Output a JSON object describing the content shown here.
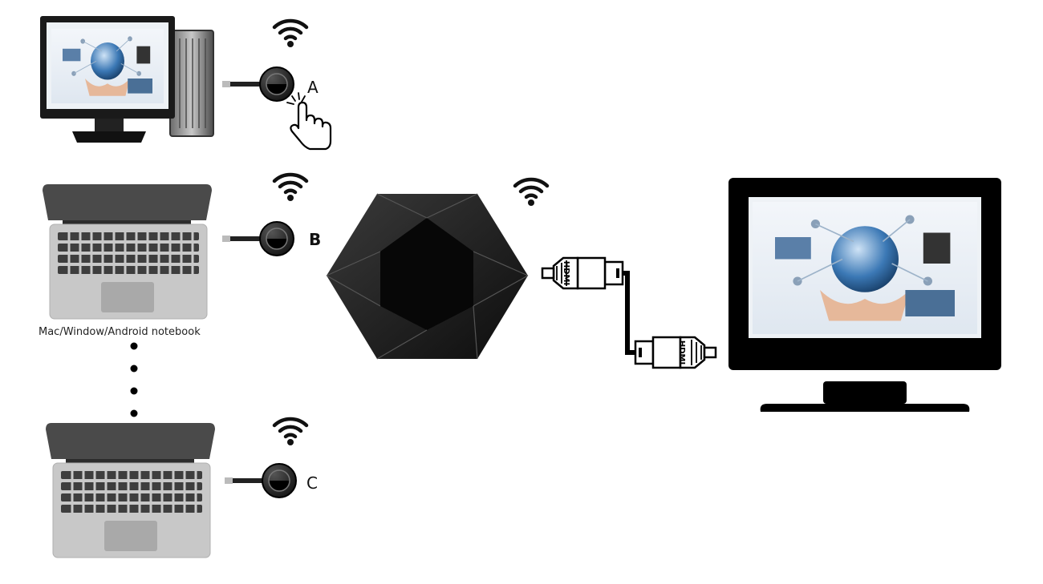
{
  "diagram": {
    "notebook_caption": "Mac/Window/Android notebook",
    "senders": [
      {
        "label": "A",
        "device": "desktop-pc",
        "icon": "wifi-icon"
      },
      {
        "label": "B",
        "device": "laptop",
        "icon": "wifi-icon"
      },
      {
        "label": "C",
        "device": "laptop",
        "icon": "wifi-icon"
      }
    ],
    "cable_label": "HDMI",
    "receiver": {
      "icon": "wifi-icon"
    },
    "display": {
      "device": "monitor"
    }
  }
}
